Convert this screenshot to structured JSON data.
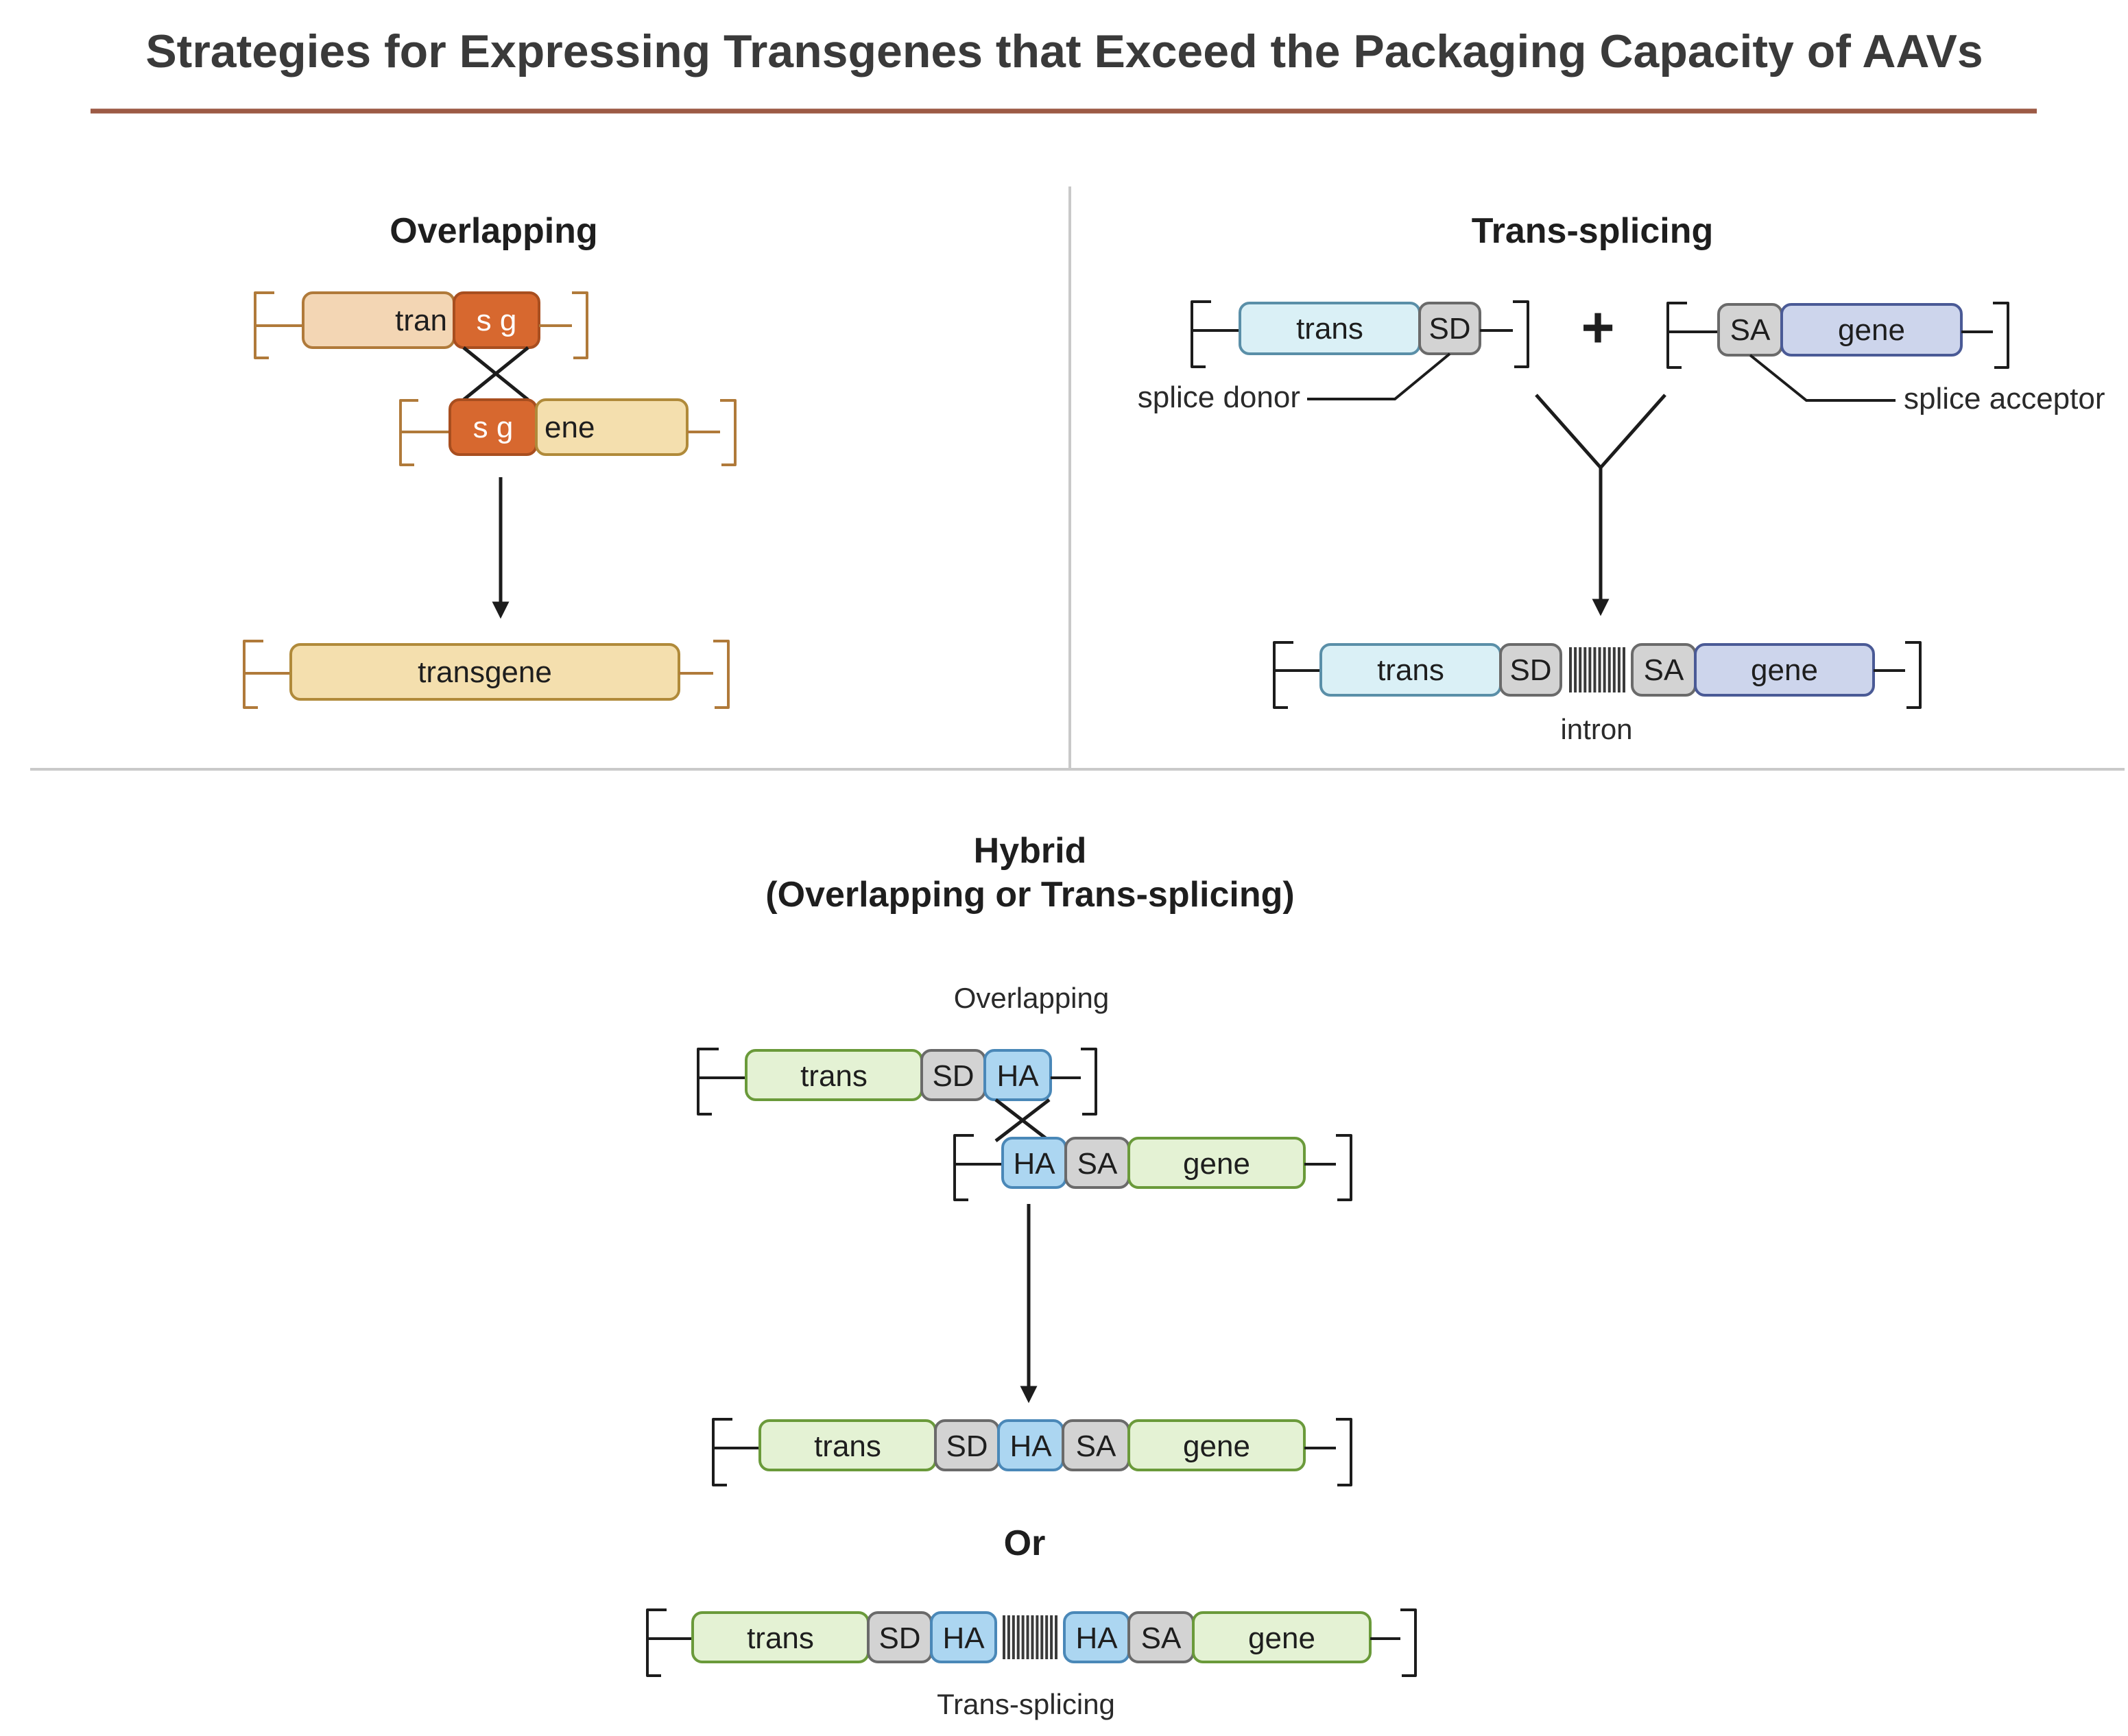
{
  "title": "Strategies for Expressing Transgenes that Exceed the Packaging Capacity of AAVs",
  "colors": {
    "title_rule": "#9c5a45",
    "overlap_light": "#f3d6b4",
    "overlap_dark": "#d7682f",
    "overlap_product": "#f4dfae",
    "trans_blue": "#daf0f6",
    "gene_lavender": "#cdd5ec",
    "splice_grey": "#d3d3d3",
    "hybrid_green": "#e4f2d4",
    "homology_blue": "#acd6f1"
  },
  "panels": {
    "overlapping": {
      "heading": "Overlapping",
      "vector1": {
        "left": "tran",
        "overlap": "s g"
      },
      "vector2": {
        "overlap": "s g",
        "right": "ene"
      },
      "product": "transgene"
    },
    "trans_splicing": {
      "heading": "Trans-splicing",
      "vector1": {
        "gene": "trans",
        "element": "SD"
      },
      "plus": "+",
      "vector2": {
        "element": "SA",
        "gene": "gene"
      },
      "splice_donor_label": "splice donor",
      "splice_acceptor_label": "splice acceptor",
      "product": {
        "left": "trans",
        "sd": "SD",
        "sa": "SA",
        "right": "gene"
      },
      "intron_label": "intron"
    },
    "hybrid": {
      "heading_line1": "Hybrid",
      "heading_line2": "(Overlapping or Trans-splicing)",
      "subheading_top": "Overlapping",
      "vector1": {
        "gene": "trans",
        "sd": "SD",
        "ha": "HA"
      },
      "vector2": {
        "ha": "HA",
        "sa": "SA",
        "gene": "gene"
      },
      "product1": {
        "left": "trans",
        "sd": "SD",
        "ha": "HA",
        "sa": "SA",
        "right": "gene"
      },
      "or_label": "Or",
      "product2": {
        "left": "trans",
        "sd": "SD",
        "ha1": "HA",
        "ha2": "HA",
        "sa": "SA",
        "right": "gene"
      },
      "subheading_bottom": "Trans-splicing"
    }
  }
}
